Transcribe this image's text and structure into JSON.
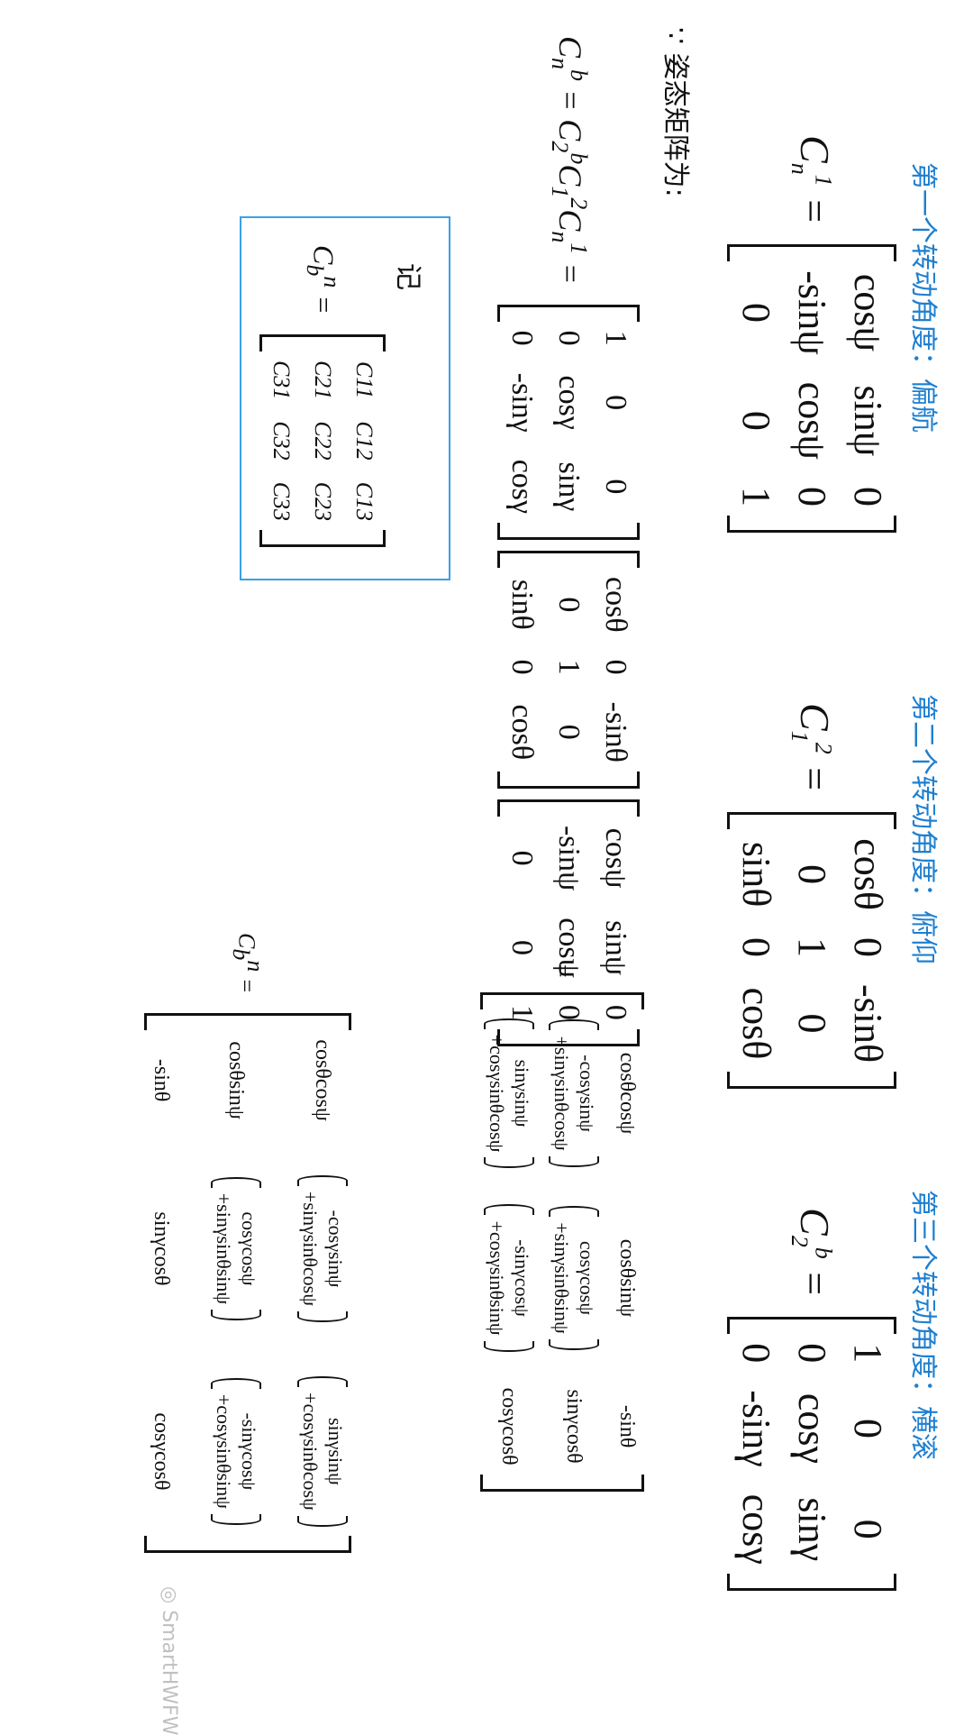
{
  "titles": {
    "yaw": "第一个转动角度：偏航",
    "pitch": "第二个转动角度：俯仰",
    "roll": "第三个转动角度：横滚"
  },
  "matrices": {
    "Cn1": [
      [
        "cosψ",
        "sinψ",
        "0"
      ],
      [
        "-sinψ",
        "cosψ",
        "0"
      ],
      [
        "0",
        "0",
        "1"
      ]
    ],
    "C12": [
      [
        "cosθ",
        "0",
        "-sinθ"
      ],
      [
        "0",
        "1",
        "0"
      ],
      [
        "sinθ",
        "0",
        "cosθ"
      ]
    ],
    "C2b": [
      [
        "1",
        "0",
        "0"
      ],
      [
        "0",
        "cosγ",
        "sinγ"
      ],
      [
        "0",
        "-sinγ",
        "cosγ"
      ]
    ]
  },
  "therefore_text": "∵ 姿态矩阵为:",
  "note": {
    "label": "记",
    "grid": [
      [
        "C11",
        "C12",
        "C13"
      ],
      [
        "C21",
        "C22",
        "C23"
      ],
      [
        "C31",
        "C32",
        "C33"
      ]
    ]
  },
  "product": {
    "m1": [
      [
        "1",
        "0",
        "0"
      ],
      [
        "0",
        "cosγ",
        "sinγ"
      ],
      [
        "0",
        "-sinγ",
        "cosγ"
      ]
    ],
    "m2": [
      [
        "cosθ",
        "0",
        "-sinθ"
      ],
      [
        "0",
        "1",
        "0"
      ],
      [
        "sinθ",
        "0",
        "cosθ"
      ]
    ],
    "m3": [
      [
        "cosψ",
        "sinψ",
        "0"
      ],
      [
        "-sinψ",
        "cosψ",
        "0"
      ],
      [
        "0",
        "0",
        "1"
      ]
    ]
  },
  "result": {
    "r1": [
      "cosθcosψ",
      "cosθsinψ",
      "-sinθ"
    ],
    "r2a": [
      "-cosγsinψ",
      "+sinγsinθcosψ"
    ],
    "r2b": [
      "cosγcosψ",
      "+sinγsinθsinψ"
    ],
    "r2c": "sinγcosθ",
    "r3a": [
      "sinγsinψ",
      "+cosγsinθcosψ"
    ],
    "r3b": [
      "-sinγcosψ",
      "+cosγsinθsinψ"
    ],
    "r3c": "cosγcosθ"
  },
  "transposed": {
    "c1": [
      "cosθcosψ",
      "cosθsinψ",
      "-sinθ"
    ],
    "c2a": [
      "-cosγsinψ",
      "+sinγsinθcosψ"
    ],
    "c2b": [
      "cosγcosψ",
      "+sinγsinθsinψ"
    ],
    "c2c": "sinγcosθ",
    "c3a": [
      "sinγsinψ",
      "+cosγsinθcosψ"
    ],
    "c3b": [
      "-sinγcosψ",
      "+cosγsinθsinψ"
    ],
    "c3c": "cosγcosθ"
  },
  "watermark": "SmartHWFW"
}
